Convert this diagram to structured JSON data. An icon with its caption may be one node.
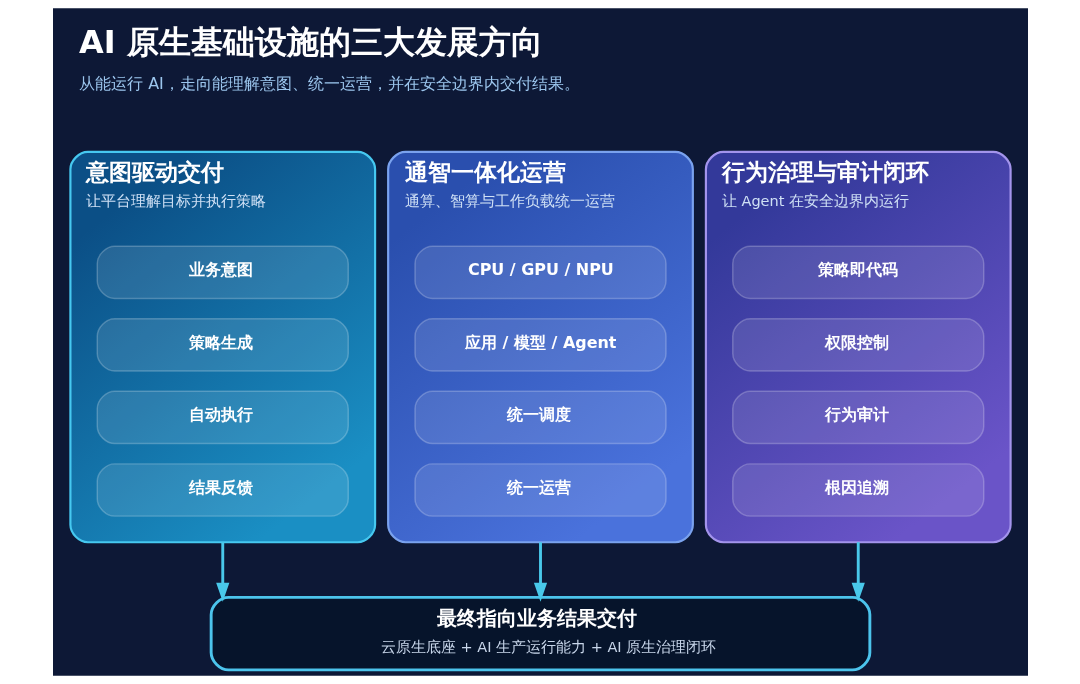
{
  "diagram": {
    "title": "AI 原生基础设施的三大发展方向",
    "caption": "从能运行 AI，走向能理解意图、统一运营，并在安全边界内交付结果。",
    "nodes": [
      {
        "text": [
          "意图驱动交付",
          "让平台理解目标并执行策略"
        ]
      },
      {
        "text": [
          "业务意图"
        ],
        "in": 0
      },
      {
        "text": [
          "策略生成"
        ],
        "in": 0
      },
      {
        "text": [
          "自动执行"
        ],
        "in": 0
      },
      {
        "text": [
          "结果反馈"
        ],
        "in": 0
      },
      {
        "text": [
          "通智一体化运营",
          "通算、智算与工作负载统一运营"
        ]
      },
      {
        "text": [
          "CPU / GPU / NPU"
        ],
        "in": 5
      },
      {
        "text": [
          "应用 / 模型 / Agent"
        ],
        "in": 5
      },
      {
        "text": [
          "统一调度"
        ],
        "in": 5
      },
      {
        "text": [
          "统一运营"
        ],
        "in": 5
      },
      {
        "text": [
          "行为治理与审计闭环",
          "让 Agent 在安全边界内运行"
        ]
      },
      {
        "text": [
          "策略即代码"
        ],
        "in": 10
      },
      {
        "text": [
          "权限控制"
        ],
        "in": 10
      },
      {
        "text": [
          "行为审计"
        ],
        "in": 10
      },
      {
        "text": [
          "根因追溯"
        ],
        "in": 10
      },
      {
        "text": [
          "最终指向业务结果交付",
          "云原生底座 + AI 生产运行能力 + AI 原生治理闭环"
        ]
      }
    ],
    "edges": [
      {
        "from": 0,
        "to": 15,
        "arrow": "to"
      },
      {
        "from": 5,
        "to": 15,
        "arrow": "to"
      },
      {
        "from": 10,
        "to": 15,
        "arrow": "to"
      }
    ]
  }
}
